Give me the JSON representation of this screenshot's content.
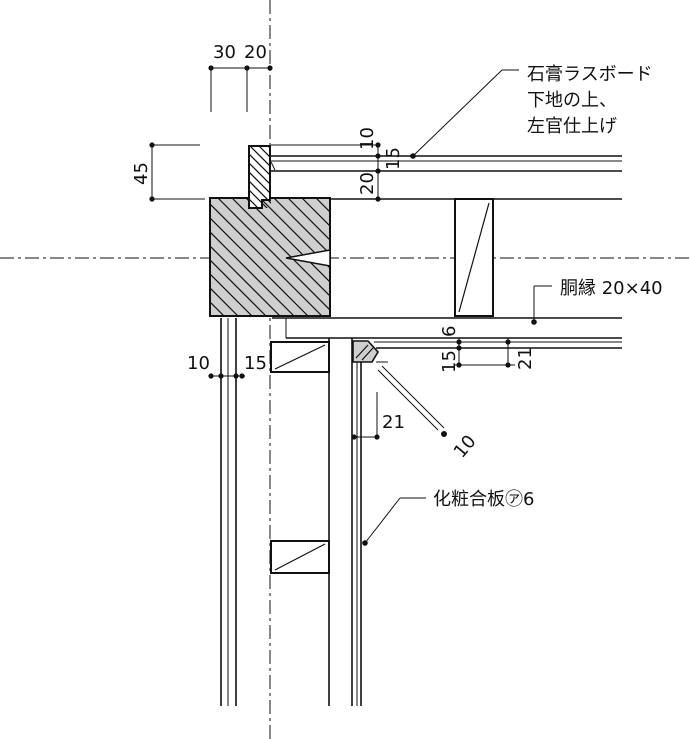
{
  "dimensions": {
    "top_30": "30",
    "top_20": "20",
    "left_45": "45",
    "ceiling_10": "10",
    "ceiling_15": "15",
    "ceiling_20": "20",
    "wall_10": "10",
    "wall_15": "15",
    "right_6": "6",
    "right_15": "15",
    "right_21": "21",
    "lower_21": "21",
    "bead_10": "10"
  },
  "labels": {
    "plaster_line1": "石膏ラスボード",
    "plaster_line2": "下地の上、",
    "plaster_line3": "左官仕上げ",
    "furring": "胴縁 20×40",
    "plywood": "化粧合板㋐6"
  }
}
